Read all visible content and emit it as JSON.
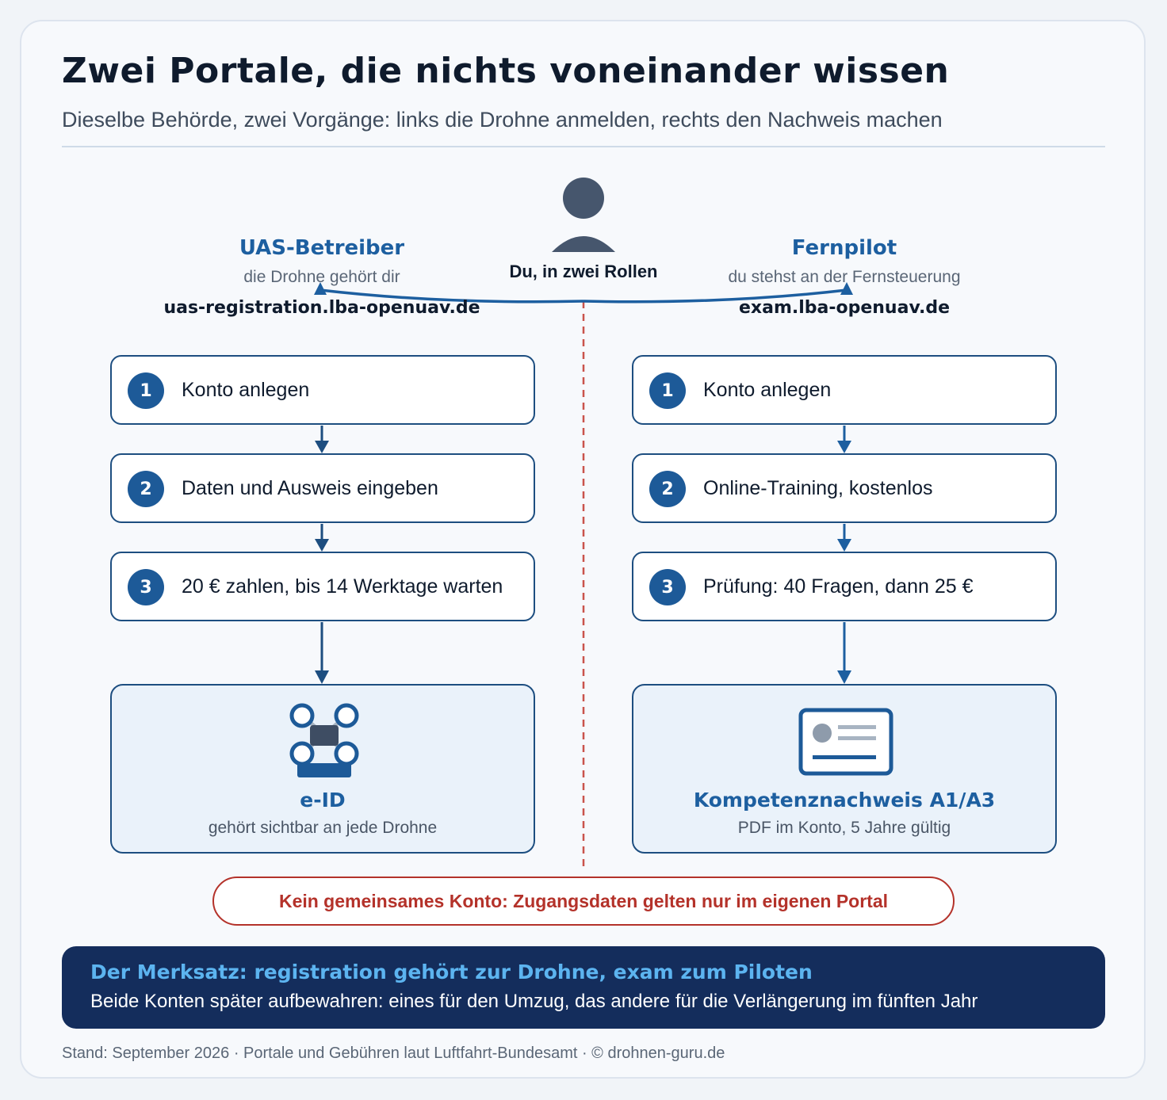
{
  "header": {
    "title": "Zwei Portale, die nichts voneinander wissen",
    "subtitle": "Dieselbe Behörde, zwei Vorgänge: links die Drohne anmelden, rechts den Nachweis machen"
  },
  "person": {
    "label": "Du, in zwei Rollen",
    "icon": "person-icon"
  },
  "left": {
    "role": "UAS-Betreiber",
    "role_sub": "die Drohne gehört dir",
    "url": "uas-registration.lba-openuav.de",
    "steps": [
      {
        "num": "1",
        "label": "Konto anlegen"
      },
      {
        "num": "2",
        "label": "Daten und Ausweis eingeben"
      },
      {
        "num": "3",
        "label": "20 € zahlen, bis 14 Werktage warten"
      }
    ],
    "result": {
      "icon": "drone-icon",
      "title": "e-ID",
      "sub": "gehört sichtbar an jede Drohne"
    }
  },
  "right": {
    "role": "Fernpilot",
    "role_sub": "du stehst an der Fernsteuerung",
    "url": "exam.lba-openuav.de",
    "steps": [
      {
        "num": "1",
        "label": "Konto anlegen"
      },
      {
        "num": "2",
        "label": "Online-Training, kostenlos"
      },
      {
        "num": "3",
        "label": "Prüfung: 40 Fragen, dann 25 €"
      }
    ],
    "result": {
      "icon": "certificate-icon",
      "title": "Kompetenznachweis A1/A3",
      "sub": "PDF im Konto, 5 Jahre gültig"
    }
  },
  "warning": "Kein gemeinsames Konto: Zugangsdaten gelten nur im eigenen Portal",
  "merksatz": {
    "title": "Der Merksatz: registration gehört zur Drohne, exam zum Piloten",
    "text": "Beide Konten später aufbewahren: eines für den Umzug, das andere für die Verlängerung im fünften Jahr"
  },
  "footer": "Stand: September 2026 · Portale und Gebühren laut Luftfahrt-Bundesamt · © drohnen-guru.de",
  "colors": {
    "accent": "#1d5fa0",
    "step_border": "#1d4e80",
    "warning": "#b4322a",
    "merk_bg": "#142d5c",
    "merk_title": "#5cb4f0",
    "divider": "#c9534b"
  }
}
